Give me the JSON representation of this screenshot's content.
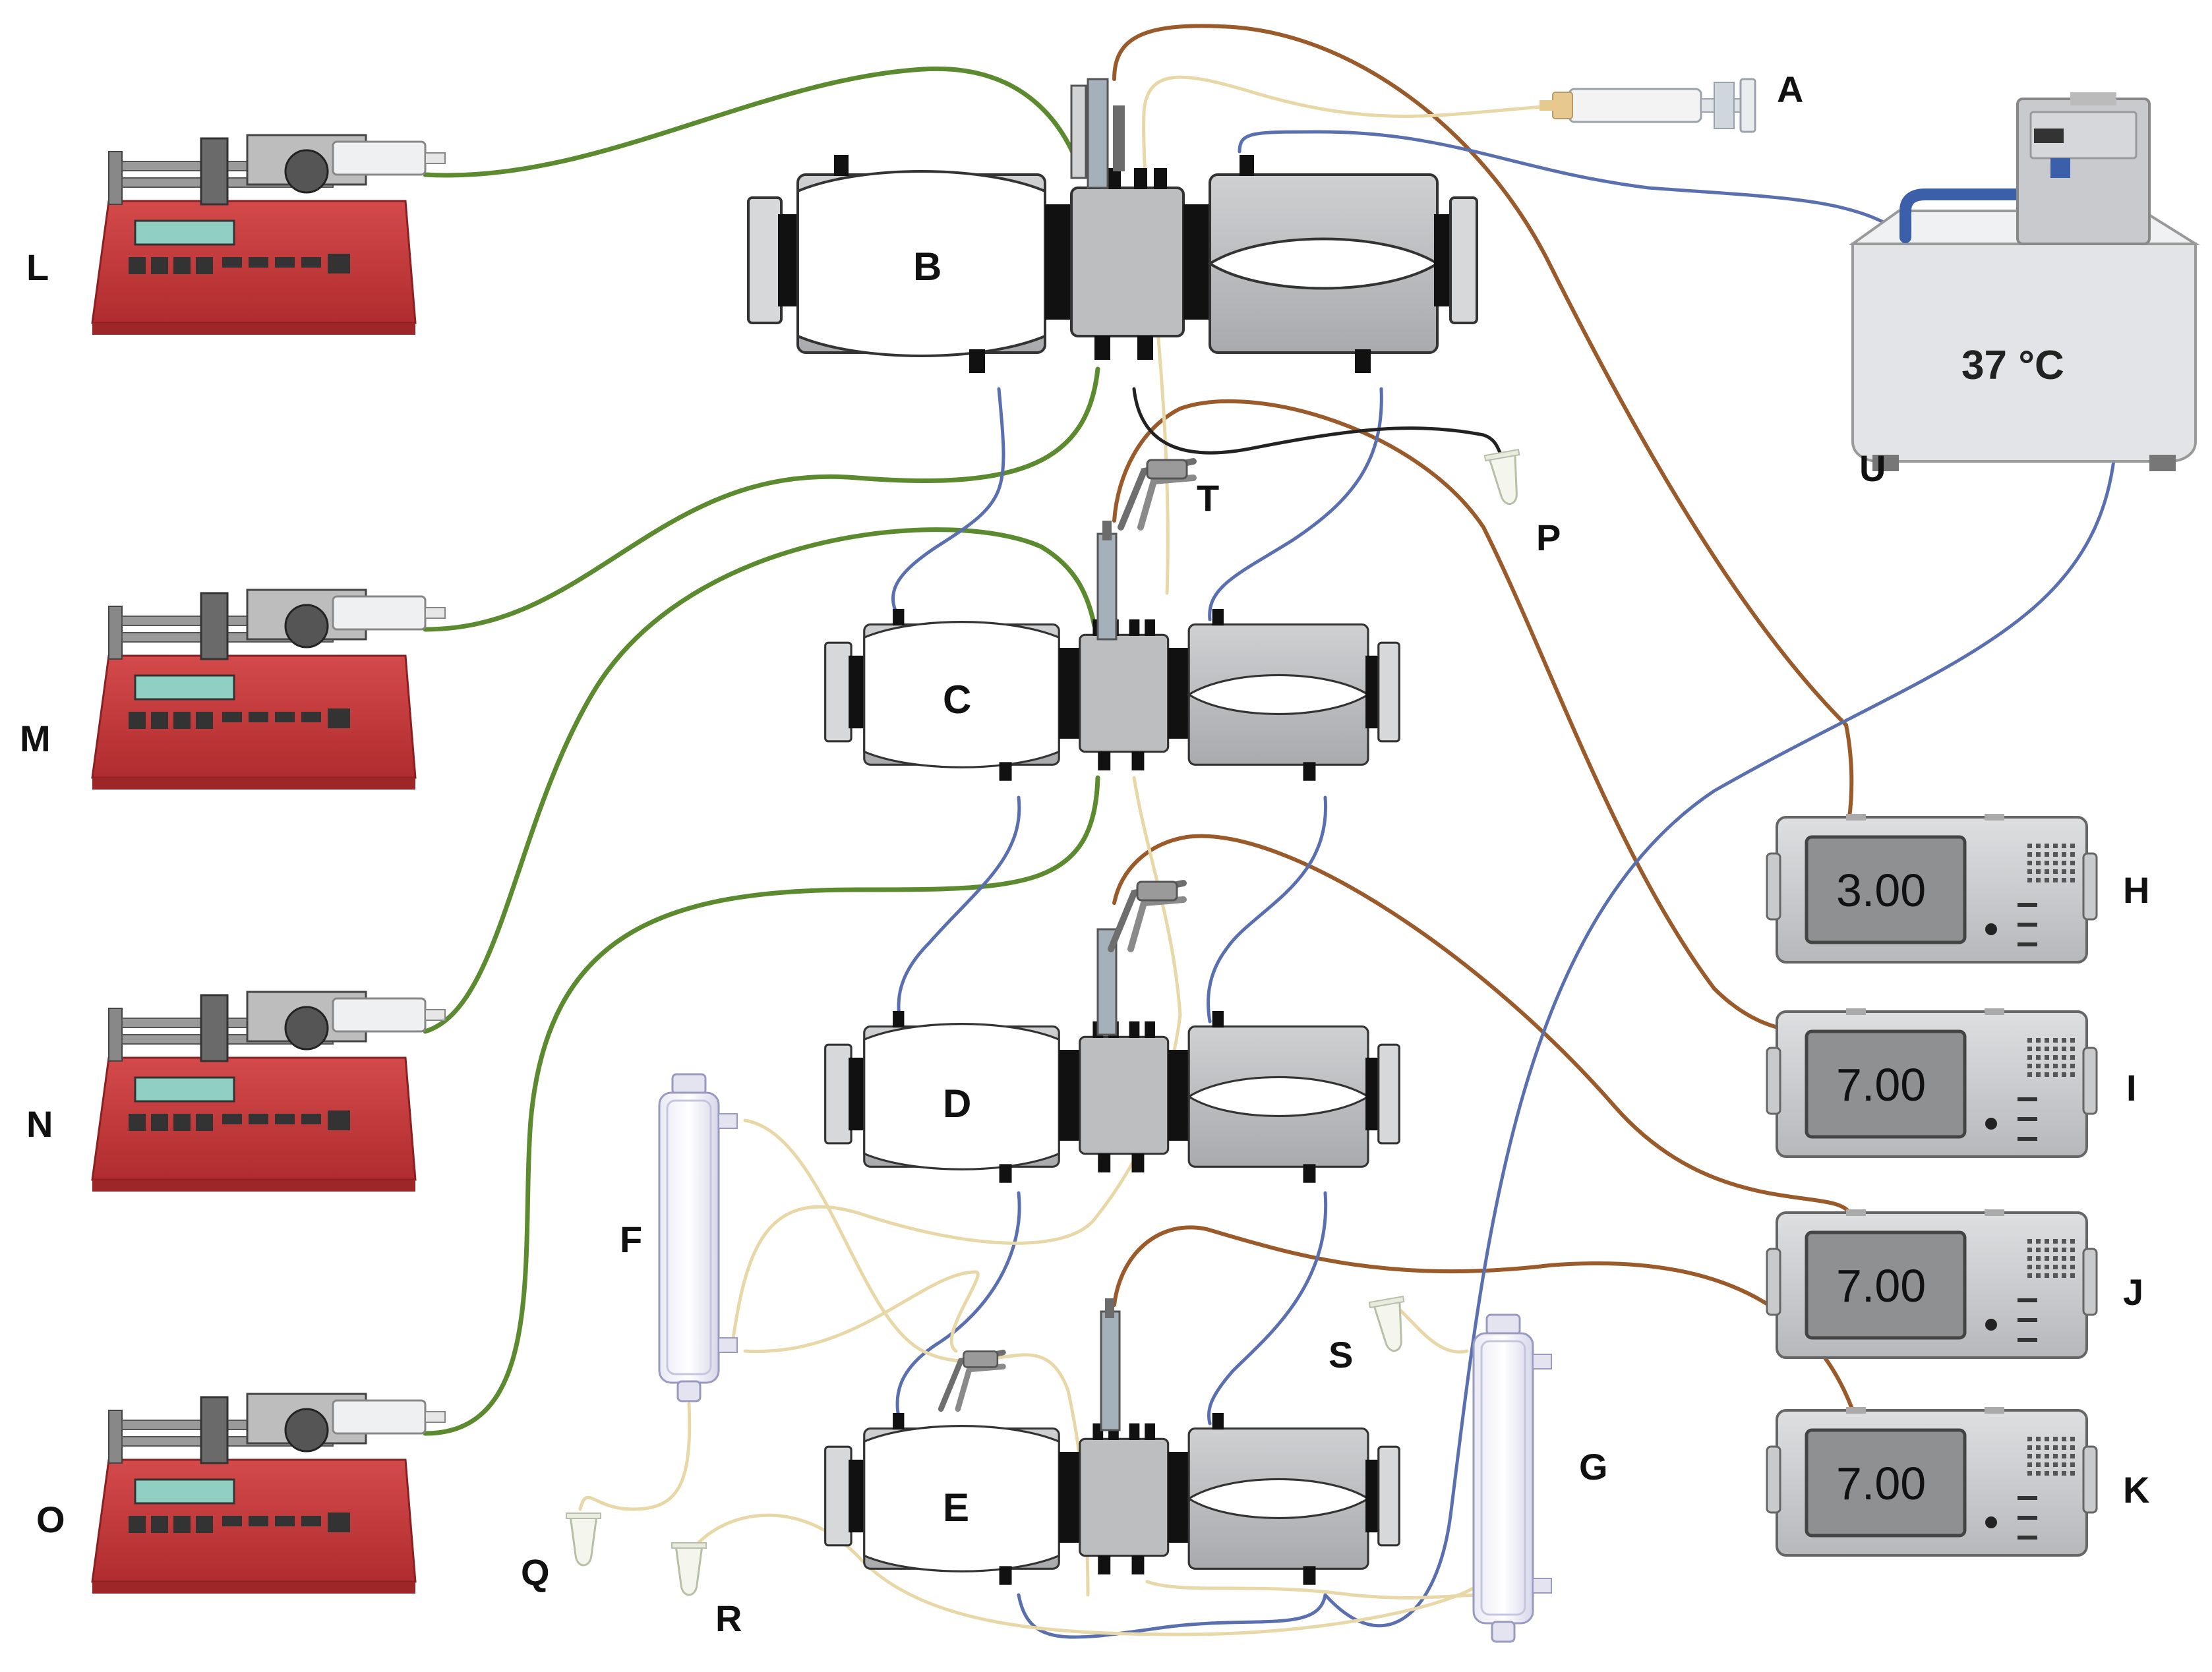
{
  "labels": {
    "A": "A",
    "B": "B",
    "C": "C",
    "D": "D",
    "E": "E",
    "F": "F",
    "G": "G",
    "H": "H",
    "I": "I",
    "J": "J",
    "K": "K",
    "L": "L",
    "M": "M",
    "N": "N",
    "O": "O",
    "P": "P",
    "Q": "Q",
    "R": "R",
    "S": "S",
    "T": "T",
    "U": "U"
  },
  "water_bath": {
    "temperature": "37 °C",
    "colors": {
      "body": "#dcdde0",
      "handle": "#3b5fa8"
    }
  },
  "ph_meters": [
    {
      "label": "H",
      "reading": "3.00"
    },
    {
      "label": "I",
      "reading": "7.00"
    },
    {
      "label": "J",
      "reading": "7.00"
    },
    {
      "label": "K",
      "reading": "7.00"
    }
  ],
  "syringe_pumps": [
    {
      "label": "L",
      "color": "#c9383a"
    },
    {
      "label": "M",
      "color": "#c9383a"
    },
    {
      "label": "N",
      "color": "#c9383a"
    },
    {
      "label": "O",
      "color": "#c9383a"
    }
  ],
  "cells": [
    "B",
    "C",
    "D",
    "E"
  ],
  "tubing_colors": {
    "acid_feed": "#5c8a2e",
    "probe_cable": "#9a5a2a",
    "water_jacket": "#5a6fb0",
    "sample_line": "#e8d8a8",
    "waste_line": "#222222"
  },
  "icons": {
    "syringe": "syringe-icon",
    "filter": "hollow-fiber-filter-icon",
    "tube": "collection-tube-icon",
    "clamp": "pinch-clamp-icon"
  }
}
